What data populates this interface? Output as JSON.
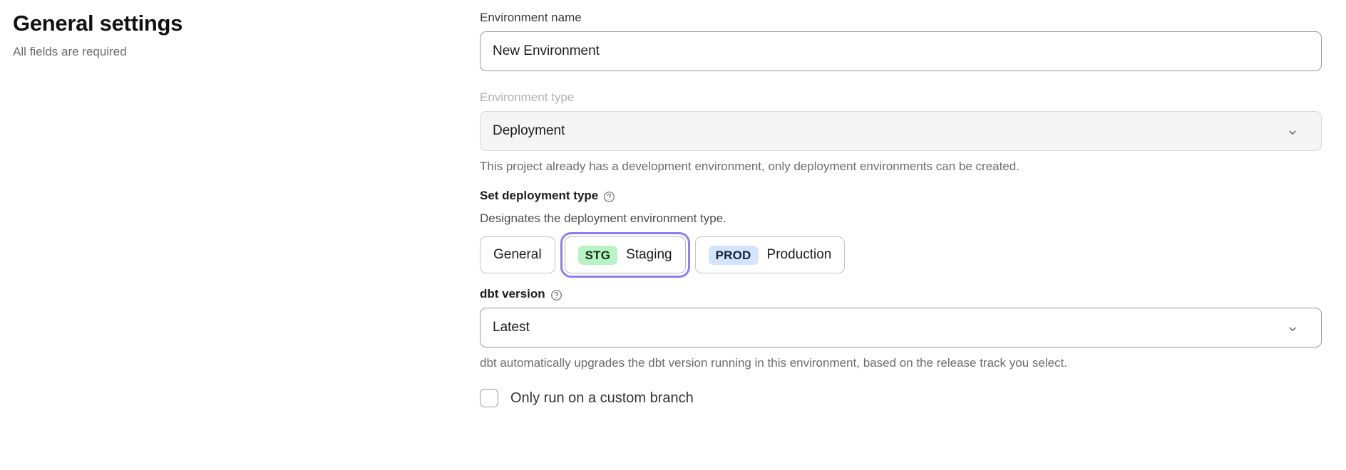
{
  "header": {
    "title": "General settings",
    "subtitle": "All fields are required"
  },
  "form": {
    "environment_name": {
      "label": "Environment name",
      "value": "New Environment",
      "placeholder": "Environment name"
    },
    "environment_type": {
      "label": "Environment type",
      "value": "Deployment",
      "help_text": "This project already has a development environment, only deployment environments can be created.",
      "chevron_icon": "chevron-down-icon"
    },
    "deployment_type": {
      "label": "Set deployment type",
      "help_icon": "question-circle-icon",
      "description": "Designates the deployment environment type.",
      "options": [
        {
          "badge": "",
          "label": "General",
          "selected": false
        },
        {
          "badge": "STG",
          "label": "Staging",
          "selected": true
        },
        {
          "badge": "PROD",
          "label": "Production",
          "selected": false
        }
      ]
    },
    "dbt_version": {
      "label": "dbt version",
      "help_icon": "question-circle-icon",
      "value": "Latest",
      "help_text": "dbt automatically upgrades the dbt version running in this environment, based on the release track you select.",
      "chevron_icon": "chevron-down-icon"
    },
    "custom_branch": {
      "label": "Only run on a custom branch",
      "checked": false
    }
  },
  "colors": {
    "focus_ring": "#8b7ff0",
    "badge_staging_bg": "#b9f2c4",
    "badge_production_bg": "#d4e4fb",
    "disabled_field_bg": "#f5f5f5"
  }
}
